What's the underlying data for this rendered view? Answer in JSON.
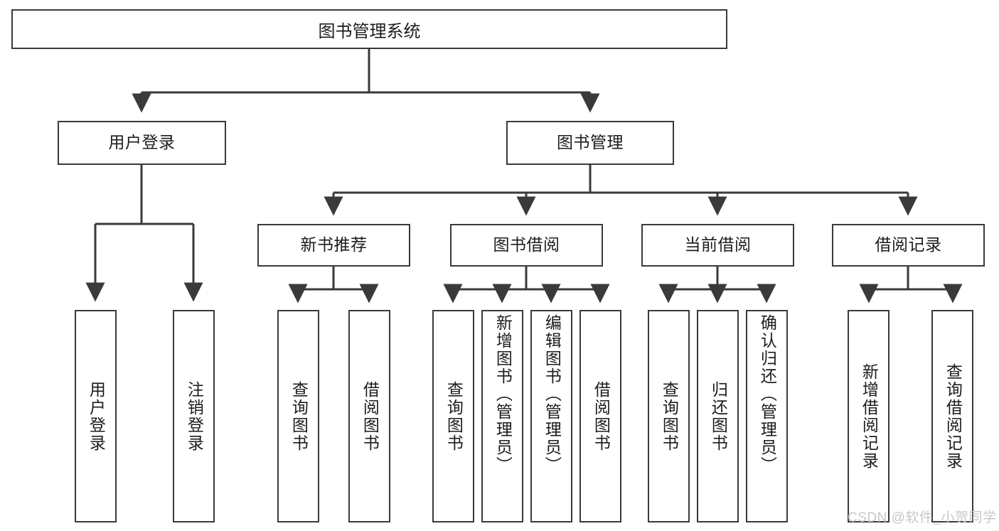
{
  "diagram": {
    "title": "图书管理系统",
    "type": "hierarchy-tree",
    "root": {
      "id": "root",
      "label": "图书管理系统"
    },
    "level2": [
      {
        "id": "user-login",
        "label": "用户登录"
      },
      {
        "id": "book-manage",
        "label": "图书管理"
      }
    ],
    "level3": [
      {
        "id": "new-book-rec",
        "label": "新书推荐",
        "parent": "book-manage"
      },
      {
        "id": "book-borrow",
        "label": "图书借阅",
        "parent": "book-manage"
      },
      {
        "id": "current-borrow",
        "label": "当前借阅",
        "parent": "book-manage"
      },
      {
        "id": "borrow-record",
        "label": "借阅记录",
        "parent": "book-manage"
      }
    ],
    "leaves": {
      "user-login": [
        {
          "id": "leaf-user-login",
          "label": "用户登录"
        },
        {
          "id": "leaf-logout",
          "label": "注销登录"
        }
      ],
      "new-book-rec": [
        {
          "id": "leaf-query-book-1",
          "label": "查询图书"
        },
        {
          "id": "leaf-borrow-book-1",
          "label": "借阅图书"
        }
      ],
      "book-borrow": [
        {
          "id": "leaf-query-book-2",
          "label": "查询图书"
        },
        {
          "id": "leaf-add-book",
          "label": "新增图书（管理员）"
        },
        {
          "id": "leaf-edit-book",
          "label": "编辑图书（管理员）"
        },
        {
          "id": "leaf-borrow-book-2",
          "label": "借阅图书"
        }
      ],
      "current-borrow": [
        {
          "id": "leaf-query-book-3",
          "label": "查询图书"
        },
        {
          "id": "leaf-return-book",
          "label": "归还图书"
        },
        {
          "id": "leaf-confirm-return",
          "label": "确认归还（管理员）"
        }
      ],
      "borrow-record": [
        {
          "id": "leaf-add-record",
          "label": "新增借阅记录"
        },
        {
          "id": "leaf-query-record",
          "label": "查询借阅记录"
        }
      ]
    }
  },
  "watermark": {
    "text": "CSDN @软件_小贺同学"
  },
  "colors": {
    "stroke": "#3a3a3a",
    "text": "#1c1c1c",
    "background": "#ffffff",
    "watermark": "#c8c8c8"
  }
}
